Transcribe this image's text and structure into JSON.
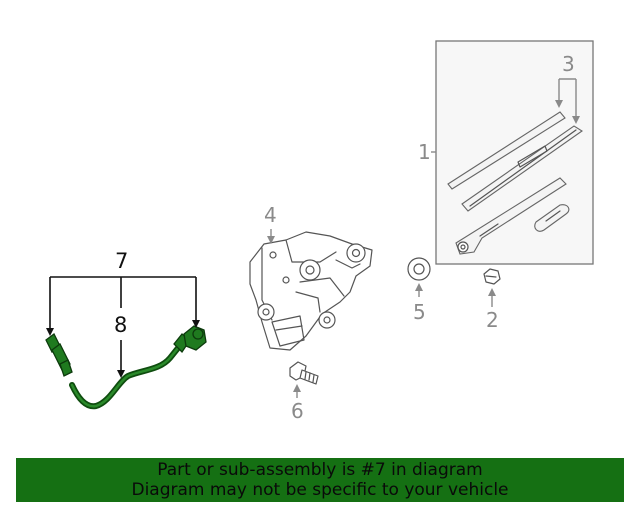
{
  "callouts": [
    {
      "id": "1",
      "label": "1"
    },
    {
      "id": "2",
      "label": "2"
    },
    {
      "id": "3",
      "label": "3"
    },
    {
      "id": "4",
      "label": "4"
    },
    {
      "id": "5",
      "label": "5"
    },
    {
      "id": "6",
      "label": "6"
    },
    {
      "id": "7",
      "label": "7"
    },
    {
      "id": "8",
      "label": "8"
    }
  ],
  "highlighted_part": "7",
  "banner": {
    "line1": "Part or sub-assembly is #7 in diagram",
    "line2": "Diagram may not be specific to your vehicle"
  },
  "colors": {
    "banner_bg": "#157013",
    "highlight_part": "#1f7a1f",
    "callout_gray": "#8a8a8a",
    "callout_black": "#111111"
  }
}
